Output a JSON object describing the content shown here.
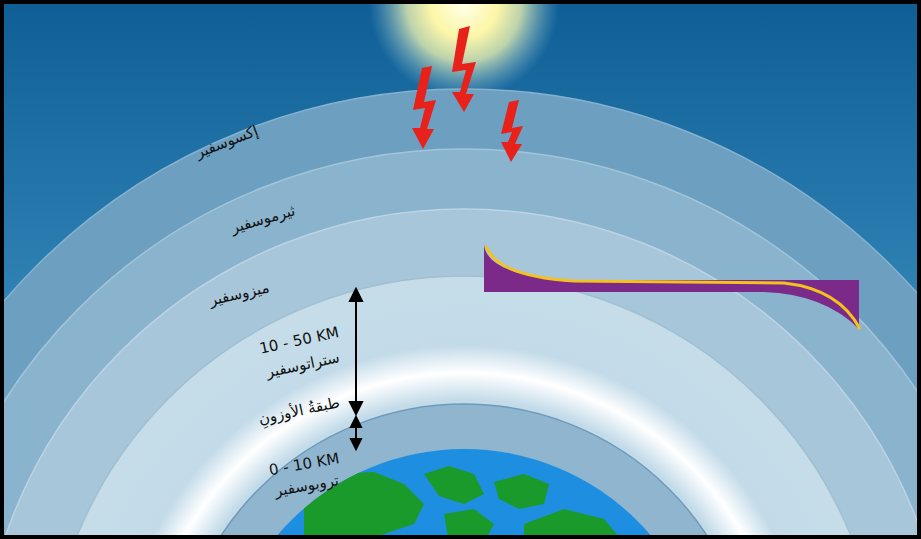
{
  "diagram": {
    "labels": [
      "إكسوسفير",
      "ثيرموسفير",
      "ميزوسفير",
      "10 - 50 KM",
      "ستراتوسفير",
      "طبقةُ الأوزونِ",
      "0 - 10 KM",
      "تروبوسفير"
    ]
  }
}
